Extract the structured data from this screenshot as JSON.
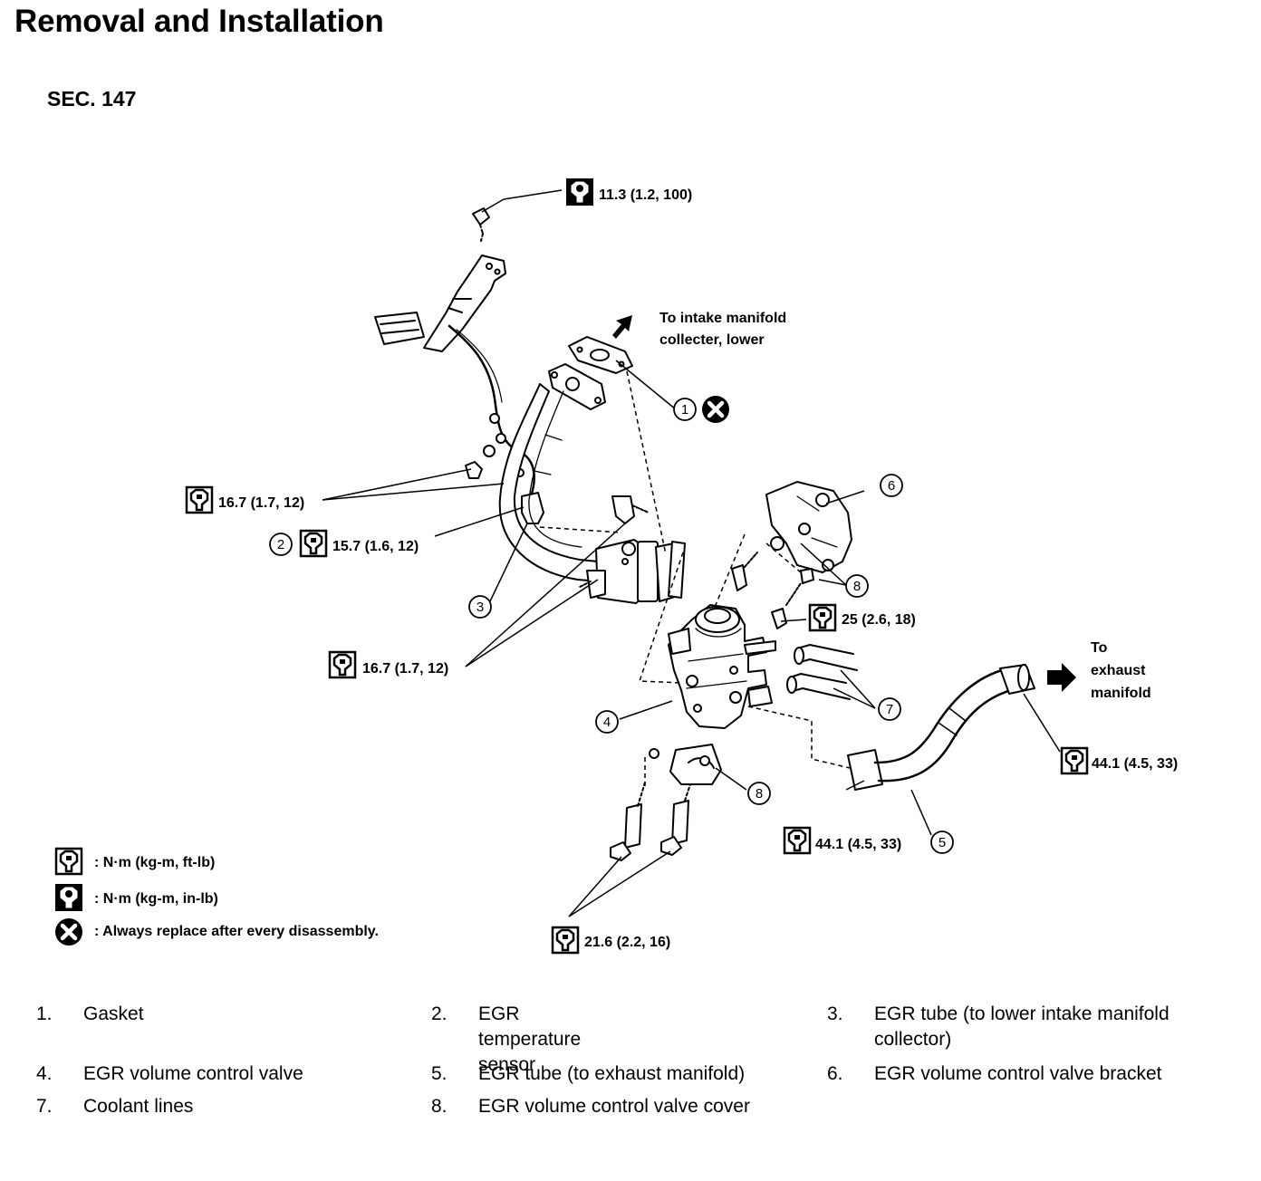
{
  "title": "Removal and Installation",
  "section": "SEC. 147",
  "torque_callouts": [
    {
      "id": "t1",
      "icon": "torque-inlb-icon",
      "value": "11.3 (1.2, 100)"
    },
    {
      "id": "t2",
      "icon": "torque-ftlb-icon",
      "value": "16.7 (1.7, 12)"
    },
    {
      "id": "t3",
      "icon": "torque-ftlb-icon",
      "value": "15.7 (1.6, 12)"
    },
    {
      "id": "t4",
      "icon": "torque-ftlb-icon",
      "value": "16.7 (1.7, 12)"
    },
    {
      "id": "t5",
      "icon": "torque-ftlb-icon",
      "value": "25 (2.6, 18)"
    },
    {
      "id": "t6",
      "icon": "torque-ftlb-icon",
      "value": "44.1 (4.5, 33)"
    },
    {
      "id": "t7",
      "icon": "torque-ftlb-icon",
      "value": "44.1 (4.5, 33)"
    },
    {
      "id": "t8",
      "icon": "torque-ftlb-icon",
      "value": "21.6 (2.2, 16)"
    }
  ],
  "direction_labels": {
    "intake_line1": "To intake manifold",
    "intake_line2": "collecter, lower",
    "exhaust_line1": "To",
    "exhaust_line2": "exhaust",
    "exhaust_line3": "manifold"
  },
  "callout_numbers": [
    "1",
    "2",
    "3",
    "4",
    "5",
    "6",
    "7",
    "8",
    "8"
  ],
  "legend": [
    {
      "icon": "torque-ftlb-icon",
      "text": ": N·m (kg-m, ft-lb)"
    },
    {
      "icon": "torque-inlb-icon",
      "text": ": N·m (kg-m, in-lb)"
    },
    {
      "icon": "replace-x-icon",
      "text": ": Always replace after every disassembly."
    }
  ],
  "parts": [
    {
      "num": "1.",
      "name": "Gasket"
    },
    {
      "num": "2.",
      "name": "EGR temperature sensor"
    },
    {
      "num": "3.",
      "name": "EGR tube (to lower intake manifold collector)"
    },
    {
      "num": "4.",
      "name": "EGR volume control valve"
    },
    {
      "num": "5.",
      "name": "EGR tube (to exhaust manifold)"
    },
    {
      "num": "6.",
      "name": "EGR volume control valve bracket"
    },
    {
      "num": "7.",
      "name": "Coolant lines"
    },
    {
      "num": "8.",
      "name": "EGR volume control valve cover"
    }
  ]
}
